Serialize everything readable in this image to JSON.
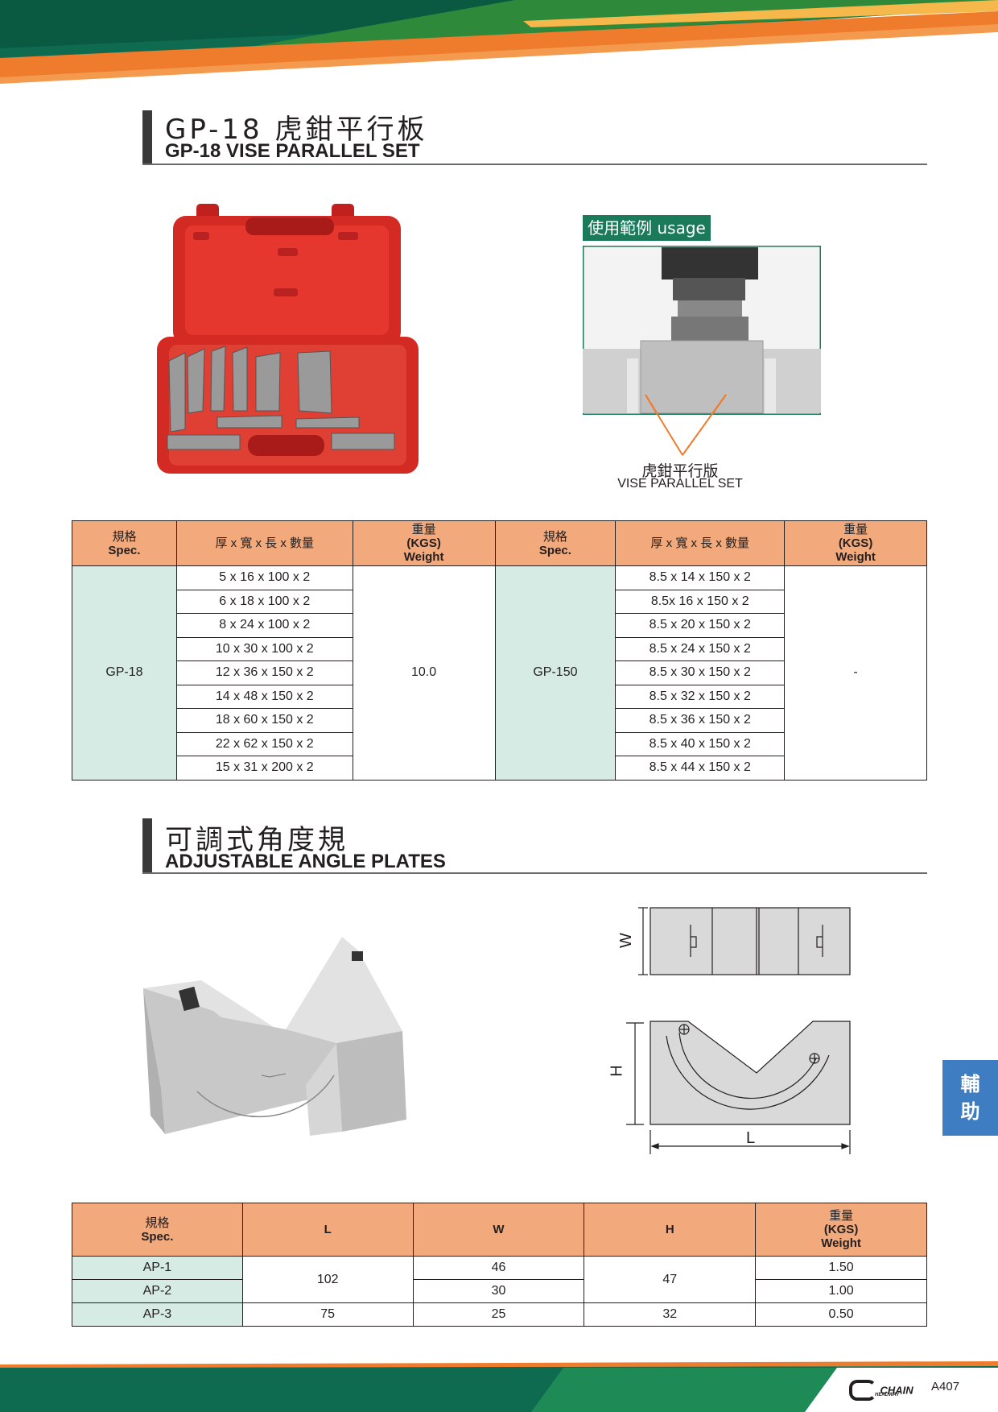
{
  "section1": {
    "title_cn": "GP-18 虎鉗平行板",
    "title_en": "GP-18 VISE PARALLEL SET",
    "usage_label": "使用範例 usage",
    "caption_cn": "虎鉗平行版",
    "caption_en": "VISE PARALLEL SET"
  },
  "table1": {
    "headers": {
      "spec_cn": "規格",
      "spec_en": "Spec.",
      "dims": "厚 x 寬 x 長 x 數量",
      "weight_cn": "重量",
      "weight_unit": "(KGS)",
      "weight_en": "Weight"
    },
    "left": {
      "spec": "GP-18",
      "weight": "10.0",
      "rows": [
        "5 x 16 x 100 x 2",
        "6 x 18 x 100 x 2",
        "8 x 24 x 100 x 2",
        "10 x 30 x 100 x 2",
        "12 x 36 x 150 x 2",
        "14 x 48 x 150 x 2",
        "18 x 60 x 150 x 2",
        "22 x 62 x 150 x 2",
        "15 x 31 x 200 x 2"
      ]
    },
    "right": {
      "spec": "GP-150",
      "weight": "-",
      "rows": [
        "8.5 x 14 x 150 x 2",
        "8.5x 16 x 150 x 2",
        "8.5 x 20 x 150 x 2",
        "8.5 x 24 x 150 x 2",
        "8.5 x 30 x 150 x 2",
        "8.5 x 32 x 150 x 2",
        "8.5 x 36 x 150 x 2",
        "8.5 x 40 x 150 x 2",
        "8.5 x 44 x 150 x 2"
      ]
    }
  },
  "section2": {
    "title_cn": "可調式角度規",
    "title_en": "ADJUSTABLE ANGLE PLATES",
    "dim_w": "W",
    "dim_h": "H",
    "dim_l": "L"
  },
  "table2": {
    "headers": {
      "spec_cn": "規格",
      "spec_en": "Spec.",
      "l": "L",
      "w": "W",
      "h": "H",
      "weight_cn": "重量",
      "weight_unit": "(KGS)",
      "weight_en": "Weight"
    },
    "rows": [
      {
        "spec": "AP-1",
        "w": "46",
        "weight": "1.50"
      },
      {
        "spec": "AP-2",
        "w": "30",
        "weight": "1.00"
      },
      {
        "spec": "AP-3",
        "l": "75",
        "w": "25",
        "h": "32",
        "weight": "0.50"
      }
    ],
    "merged_l": "102",
    "merged_h": "47"
  },
  "side_tab": {
    "line1": "輔",
    "line2": "助"
  },
  "footer": {
    "brand": "CHAIN",
    "brand_sub": "HEADWAY",
    "page": "A407"
  },
  "colors": {
    "green": "#1a7a5a",
    "orange": "#ef7b2c",
    "header_bg": "#f2a97c",
    "mint": "#d5ebe3",
    "tab_blue": "#3f7dc3"
  }
}
